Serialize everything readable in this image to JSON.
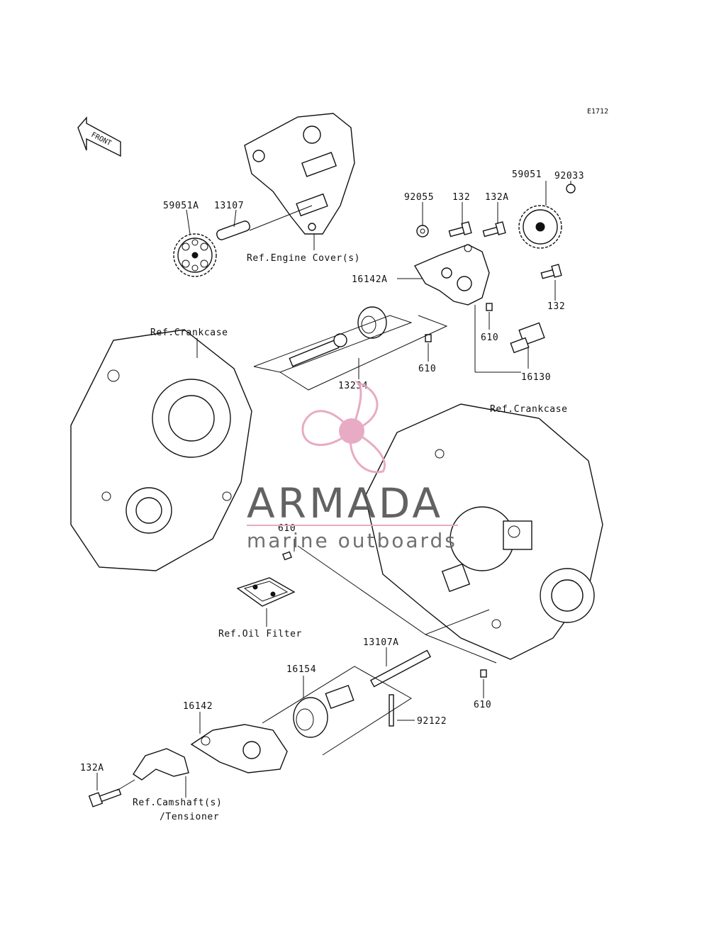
{
  "diagram": {
    "code": "E1712",
    "front_arrow_label": "FRONT",
    "labels": {
      "p59051A": "59051A",
      "p13107": "13107",
      "ref_engine_cover": "Ref.Engine Cover(s)",
      "p92055": "92055",
      "p132_top": "132",
      "p132A_top": "132A",
      "p59051": "59051",
      "p92033": "92033",
      "p16142A": "16142A",
      "p132_right": "132",
      "p610_a": "610",
      "p610_b": "610",
      "p16130": "16130",
      "p13234": "13234",
      "ref_crankcase_left": "Ref.Crankcase",
      "ref_crankcase_right": "Ref.Crankcase",
      "p610_c": "610",
      "ref_oil_filter": "Ref.Oil Filter",
      "p13107A": "13107A",
      "p16154": "16154",
      "p16142": "16142",
      "p610_d": "610",
      "p92122": "92122",
      "p132A_bottom": "132A",
      "ref_camshaft": "Ref.Camshaft(s)",
      "ref_tensioner": "/Tensioner"
    }
  },
  "watermark": {
    "brand": "ARMADA",
    "tagline": "marine outboards",
    "accent_color": "#e7a4bf",
    "text_color": "#555555"
  }
}
